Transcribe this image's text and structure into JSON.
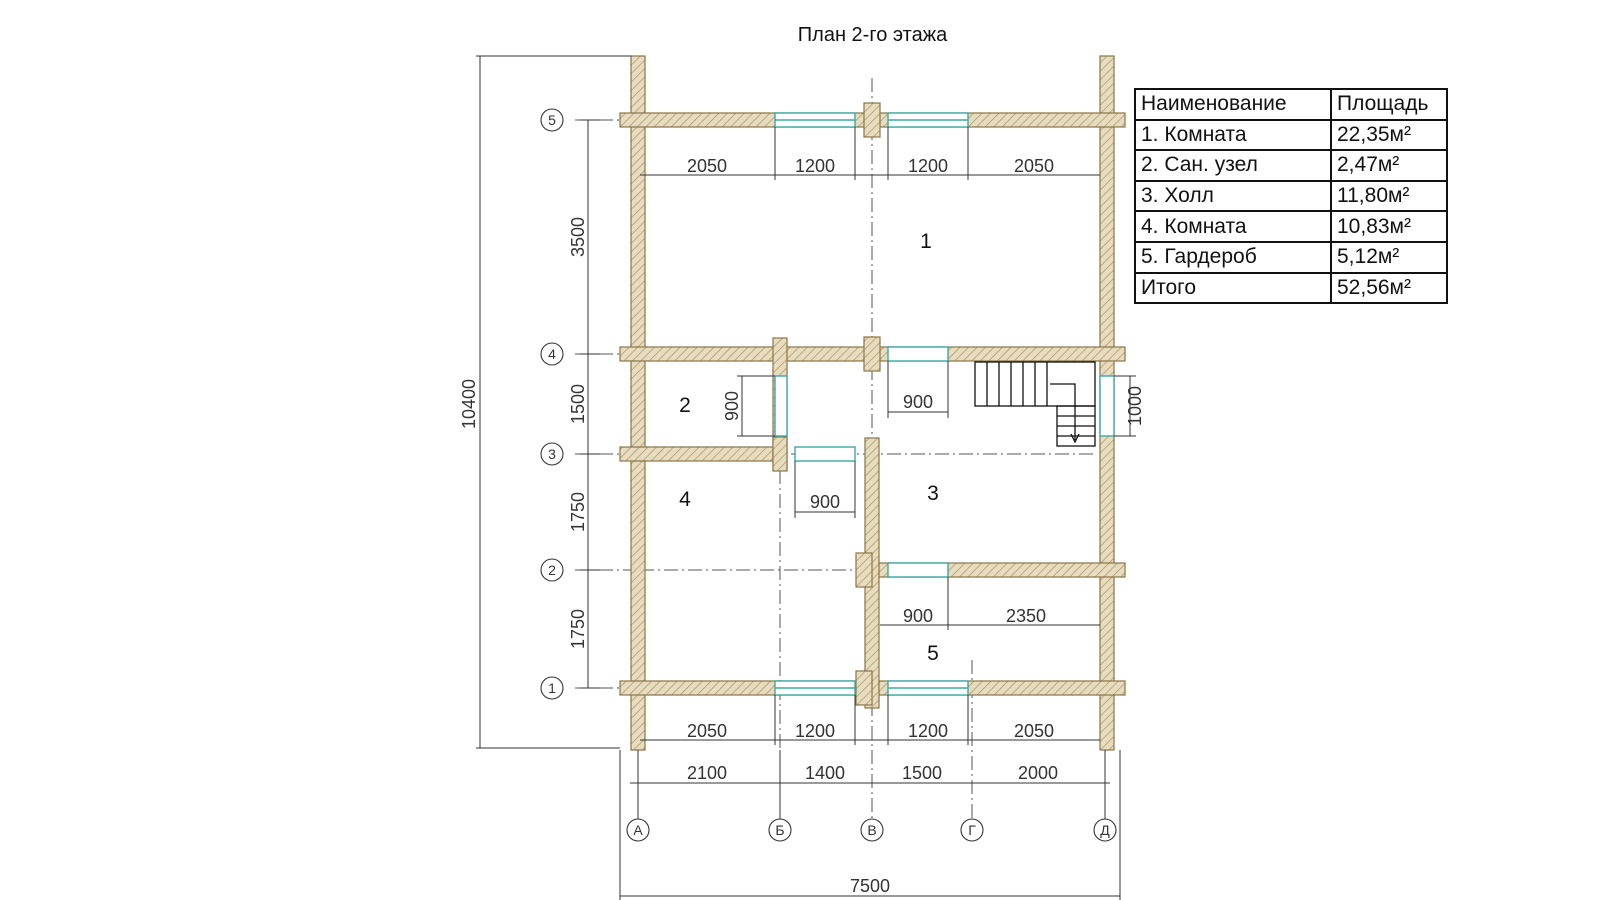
{
  "title": "План 2-го этажа",
  "colors": {
    "wall": "#e7dcc0",
    "wall_edge": "#8a7446",
    "window": "#3aa9a3",
    "line": "#333333"
  },
  "table": {
    "header": {
      "name": "Наименование",
      "area": "Площадь"
    },
    "rows": [
      {
        "name": "1. Комната",
        "area": "22,35м²"
      },
      {
        "name": "2. Сан. узел",
        "area": "2,47м²"
      },
      {
        "name": "3. Холл",
        "area": "11,80м²"
      },
      {
        "name": "4. Комната",
        "area": "10,83м²"
      },
      {
        "name": "5. Гардероб",
        "area": "5,12м²"
      },
      {
        "name": "Итого",
        "area": "52,56м²"
      }
    ]
  },
  "rooms": [
    "1",
    "2",
    "3",
    "4",
    "5"
  ],
  "axes": {
    "rows": [
      "5",
      "4",
      "3",
      "2",
      "1"
    ],
    "cols": [
      "А",
      "Б",
      "В",
      "Г",
      "Д"
    ]
  },
  "dims": {
    "top_row": [
      "2050",
      "1200",
      "1200",
      "2050"
    ],
    "bottom_row": [
      "2050",
      "1200",
      "1200",
      "2050"
    ],
    "axis_spacing": [
      "2100",
      "1400",
      "1500",
      "2000"
    ],
    "overall_width": "7500",
    "overall_height": "10400",
    "vertical": [
      "3500",
      "1500",
      "1750",
      "1750"
    ],
    "door_wc_vertical": "900",
    "door_wc_horizontal": "900",
    "door_hall_top": "900",
    "stair_width": "1000",
    "wardrobe_door": "900",
    "wardrobe_wall": "2350"
  }
}
